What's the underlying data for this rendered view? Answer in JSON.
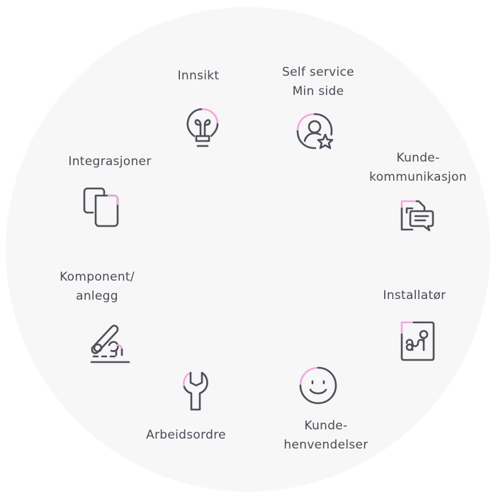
{
  "nodes": [
    {
      "id": "innsikt",
      "lines": [
        "Innsikt"
      ],
      "icon": "lightbulb-icon"
    },
    {
      "id": "self-service",
      "lines": [
        "Self service",
        "Min side"
      ],
      "icon": "user-star-icon"
    },
    {
      "id": "kundekommunikasjon",
      "lines": [
        "Kunde-",
        "kommunikasjon"
      ],
      "icon": "document-chat-icon"
    },
    {
      "id": "installator",
      "lines": [
        "Installatør"
      ],
      "icon": "installer-link-icon"
    },
    {
      "id": "kundehenvendelser",
      "lines": [
        "Kunde-",
        "henvendelser"
      ],
      "icon": "smiley-icon"
    },
    {
      "id": "arbeidsordre",
      "lines": [
        "Arbeidsordre"
      ],
      "icon": "wrench-icon"
    },
    {
      "id": "komponent",
      "lines": [
        "Komponent/",
        "anlegg"
      ],
      "icon": "robot-arm-icon"
    },
    {
      "id": "integrasjoner",
      "lines": [
        "Integrasjoner"
      ],
      "icon": "overlapping-squares-icon"
    }
  ],
  "colors": {
    "text": "#4a4b55",
    "icon_stroke": "#4e4f59",
    "accent": "#f2a7e0",
    "background": "#f7f7f8"
  }
}
